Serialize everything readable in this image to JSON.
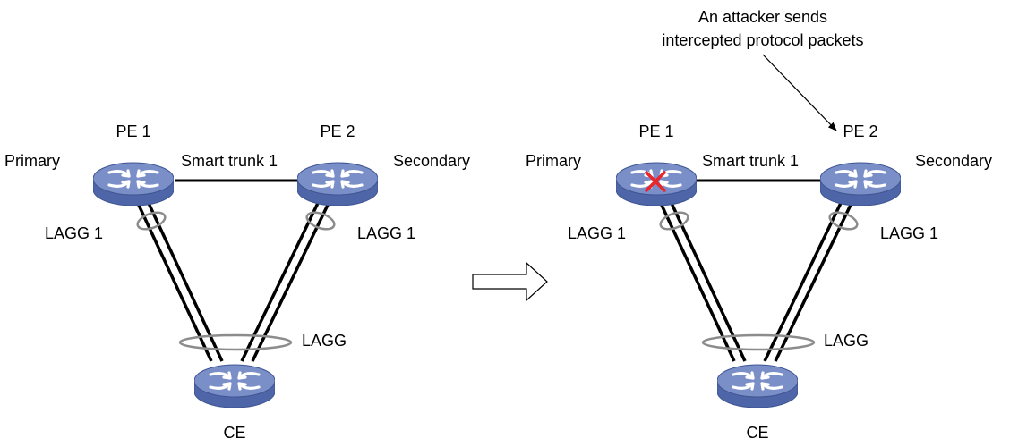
{
  "colors": {
    "device_top": "#7A8FC8",
    "device_side": "#4E66A8",
    "device_edge": "#3F5593",
    "device_icon": "#FFFFFF",
    "link": "#000000",
    "lagg_ring": "#8C8C8C",
    "fault_mark": "#E8262B",
    "arrow_outline": "#000000"
  },
  "icons": {
    "device": "switch-icon",
    "fault": "x-mark-icon",
    "transition": "right-arrow-icon"
  },
  "left": {
    "pe1": {
      "name": "PE 1",
      "role": "Primary",
      "lagg": "LAGG 1"
    },
    "pe2": {
      "name": "PE 2",
      "role": "Secondary",
      "lagg": "LAGG 1"
    },
    "link_label": "Smart trunk 1",
    "ce": {
      "name": "CE",
      "lagg": "LAGG"
    }
  },
  "right": {
    "pe1": {
      "name": "PE 1",
      "role": "Primary",
      "lagg": "LAGG 1",
      "failed": true
    },
    "pe2": {
      "name": "PE 2",
      "role": "Secondary",
      "lagg": "LAGG 1"
    },
    "link_label": "Smart trunk 1",
    "ce": {
      "name": "CE",
      "lagg": "LAGG"
    },
    "annotation": [
      "An attacker sends",
      "intercepted protocol packets"
    ]
  }
}
